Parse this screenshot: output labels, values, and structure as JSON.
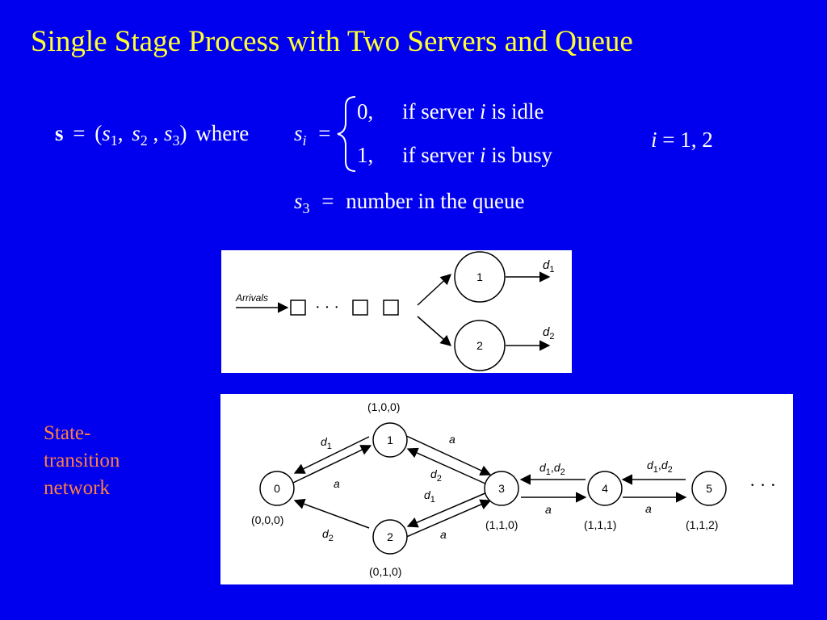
{
  "slide": {
    "title": "Single Stage Process with Two Servers and Queue",
    "background_color": "#0000ee",
    "title_color": "#ffff33",
    "label_color": "#ff7f3f"
  },
  "formula": {
    "state_vector": [
      "s",
      "=",
      "(",
      "s",
      "1",
      ",",
      "s",
      "2",
      ",",
      "s",
      "3",
      ")",
      "where"
    ],
    "si_var": "s",
    "si_sub": "i",
    "eq": "=",
    "case_idle_value": "0,",
    "case_busy_value": "1,",
    "case_text_before": "if server",
    "case_var": "i",
    "case_idle_after": "is idle",
    "case_busy_after": "is busy",
    "index_var": "i",
    "index_text": "= 1, 2",
    "s3_var": "s",
    "s3_sub": "3",
    "s3_text": "number in the queue"
  },
  "queue_diagram": {
    "arrivals_label": "Arrivals",
    "ellipsis": "· · ·",
    "servers": [
      {
        "label": "1",
        "departure_var": "d",
        "departure_sub": "1"
      },
      {
        "label": "2",
        "departure_var": "d",
        "departure_sub": "2"
      }
    ]
  },
  "network": {
    "side_label": [
      "State-",
      "transition",
      "network"
    ],
    "nodes": [
      {
        "id": "0",
        "state": "(0,0,0)"
      },
      {
        "id": "1",
        "state": "(1,0,0)"
      },
      {
        "id": "2",
        "state": "(0,1,0)"
      },
      {
        "id": "3",
        "state": "(1,1,0)"
      },
      {
        "id": "4",
        "state": "(1,1,1)"
      },
      {
        "id": "5",
        "state": "(1,1,2)"
      }
    ],
    "edge_labels": {
      "d1": {
        "var": "d",
        "sub": "1"
      },
      "d2": {
        "var": "d",
        "sub": "2"
      },
      "a": "a",
      "d1d2": {
        "var1": "d",
        "sub1": "1",
        "sep": ",",
        "var2": "d",
        "sub2": "2"
      }
    },
    "ellipsis": "· · ·"
  }
}
